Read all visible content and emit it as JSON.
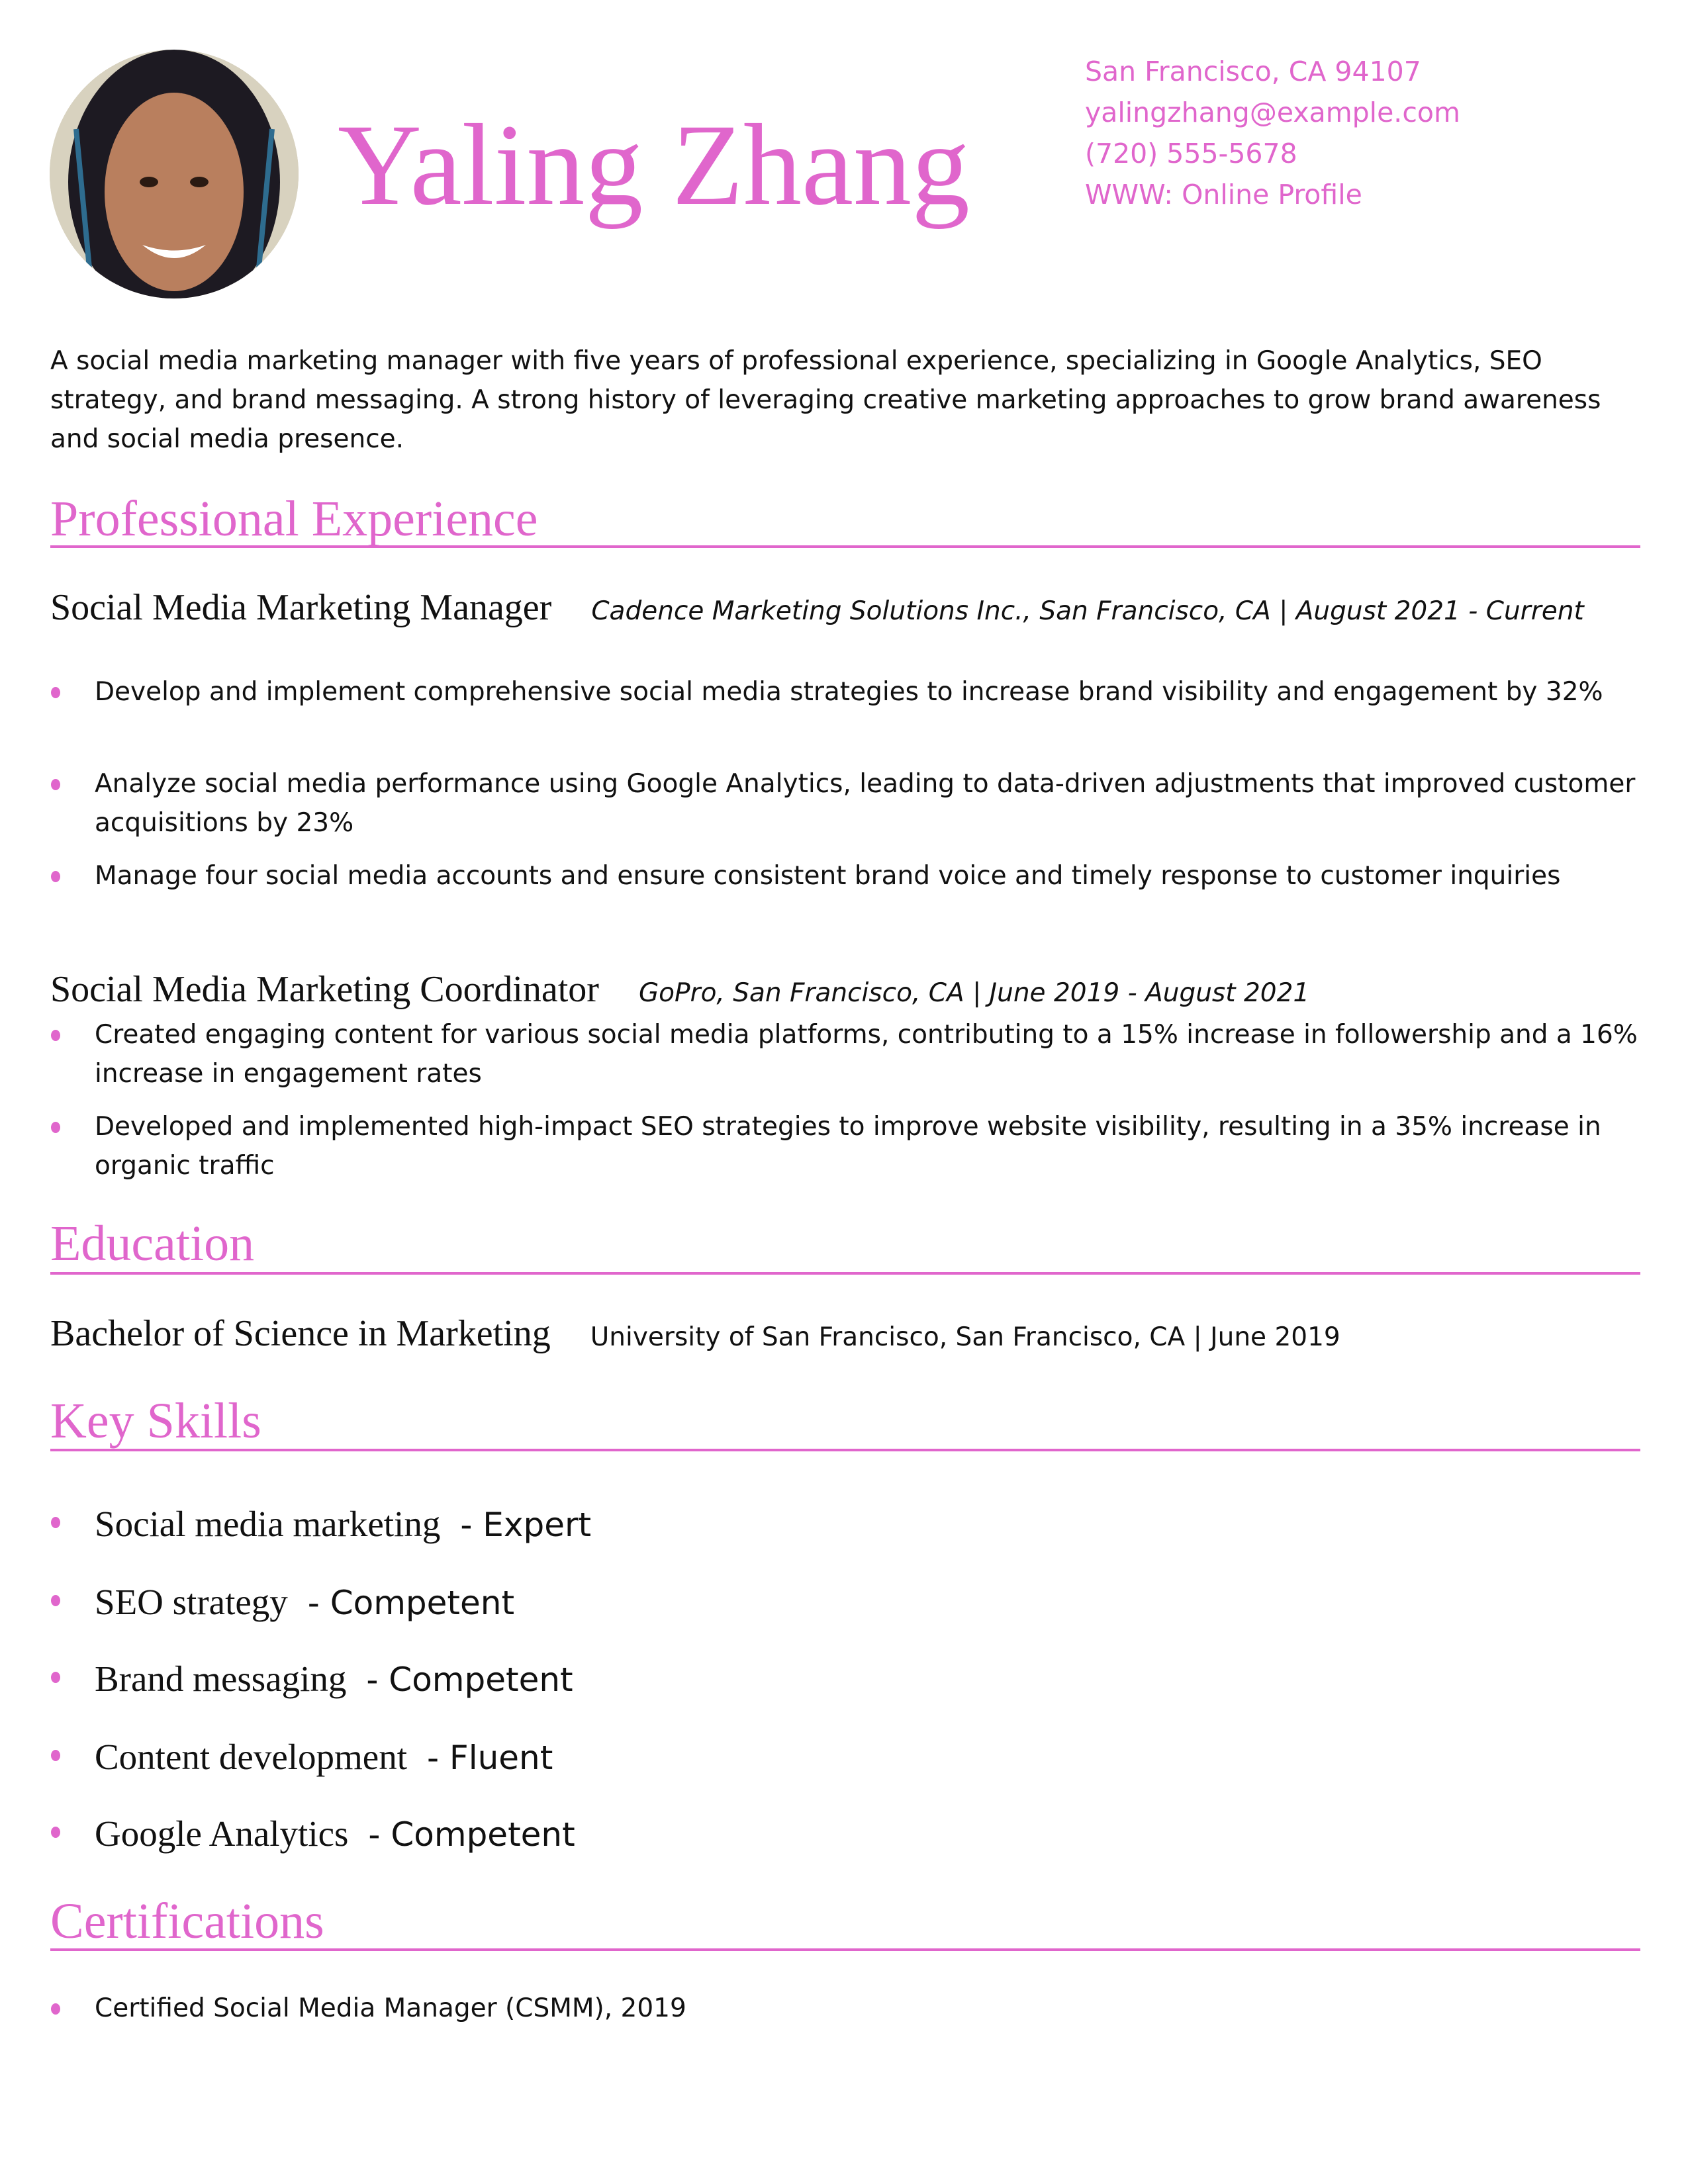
{
  "header": {
    "name": "Yaling Zhang",
    "contact": {
      "address": "San Francisco, CA 94107",
      "email": "yalingzhang@example.com",
      "phone": "(720) 555-5678",
      "website": "WWW: Online Profile"
    }
  },
  "summary": "A social media marketing manager with five years of professional experience, specializing in Google Analytics, SEO strategy, and brand messaging. A strong history of leveraging creative marketing approaches to grow brand awareness and social media presence.",
  "experience": {
    "heading": "Professional Experience",
    "jobs": [
      {
        "title": "Social Media Marketing Manager",
        "meta": "Cadence Marketing Solutions Inc., San Francisco, CA | August 2021 - Current",
        "bullets": [
          "Develop and implement comprehensive social media strategies to increase brand visibility and engagement by 32%",
          "Analyze social media performance using Google Analytics, leading to data-driven adjustments that improved customer acquisitions by 23%",
          "Manage four social media accounts and ensure consistent brand voice and timely response to customer inquiries"
        ]
      },
      {
        "title": "Social Media Marketing Coordinator",
        "meta": "GoPro, San Francisco, CA | June 2019 - August 2021",
        "bullets": [
          "Created engaging content for various social media platforms, contributing to a 15% increase in followership and a 16% increase in engagement rates",
          "Developed and implemented high-impact SEO strategies to improve website visibility, resulting in a 35% increase in organic traffic"
        ]
      }
    ]
  },
  "education": {
    "heading": "Education",
    "degree": "Bachelor of Science in Marketing",
    "details": "University of San Francisco, San Francisco, CA | June 2019"
  },
  "skills": {
    "heading": "Key Skills",
    "items": [
      {
        "name": "Social media marketing",
        "level": "- Expert"
      },
      {
        "name": "SEO strategy",
        "level": "- Competent"
      },
      {
        "name": "Brand messaging",
        "level": "- Competent"
      },
      {
        "name": "Content development",
        "level": "- Fluent"
      },
      {
        "name": "Google Analytics",
        "level": "- Competent"
      }
    ]
  },
  "certifications": {
    "heading": "Certifications",
    "items": [
      "Certified Social Media Manager (CSMM), 2019"
    ]
  },
  "colors": {
    "accent": "#e066cc"
  }
}
